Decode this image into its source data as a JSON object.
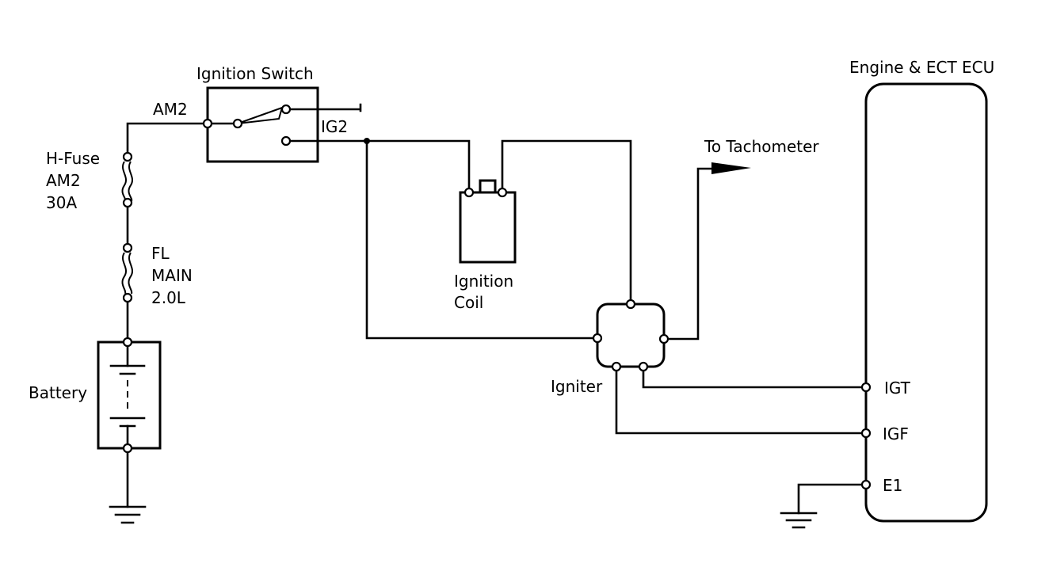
{
  "labels": {
    "ignition_switch": "Ignition Switch",
    "am2": "AM2",
    "ig2": "IG2",
    "hfuse_line1": "H-Fuse",
    "hfuse_line2": "AM2",
    "hfuse_line3": "30A",
    "fl_line1": "FL",
    "fl_line2": "MAIN",
    "fl_line3": "2.0L",
    "battery": "Battery",
    "coil_line1": "Ignition",
    "coil_line2": "Coil",
    "igniter": "Igniter",
    "to_tachometer": "To Tachometer",
    "ecu": "Engine & ECT ECU",
    "igt": "IGT",
    "igf": "IGF",
    "e1": "E1"
  }
}
